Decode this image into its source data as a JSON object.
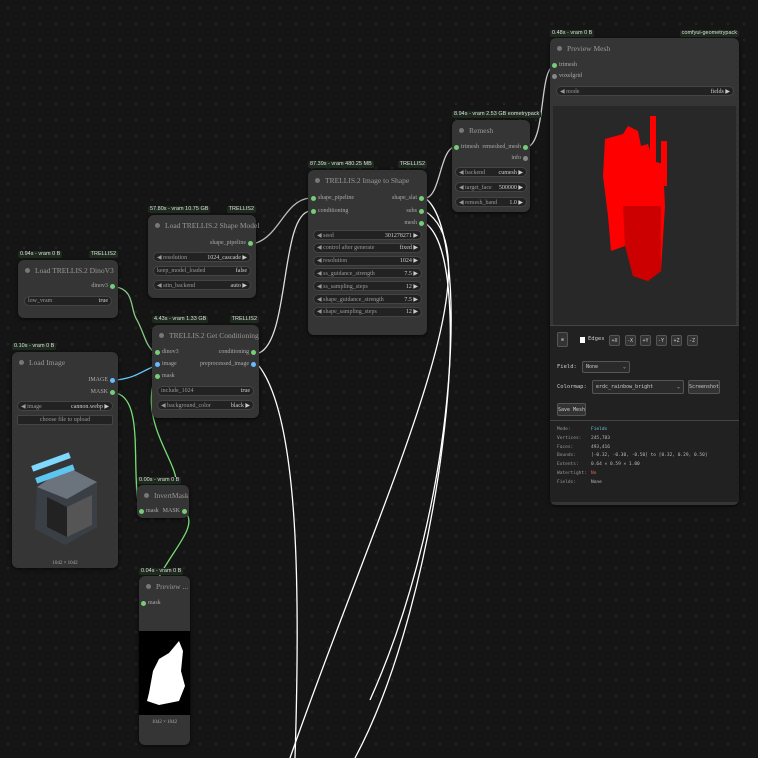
{
  "nodes": {
    "dino": {
      "badge": "0.94s - vram 0 B",
      "pack": "TRELLIS2",
      "title": "Load TRELLIS.2 DinoV3",
      "out": "dinov3",
      "w_low_vram": "low_vram",
      "w_low_vram_val": "true"
    },
    "loadimg": {
      "badge": "0.10s - vram 0 B",
      "title": "Load Image",
      "out1": "IMAGE",
      "out2": "MASK",
      "w_image": "image",
      "w_image_val": "cannon.webp",
      "upload": "choose file to upload",
      "size": "1042 × 1042"
    },
    "shape_model": {
      "badge": "57.80s - vram 10.75 GB",
      "pack": "TRELLIS2",
      "title": "Load TRELLIS.2 Shape Model",
      "out": "shape_pipeline",
      "w1": "resolution",
      "w1v": "1024_cascade",
      "w2": "keep_model_loaded",
      "w2v": "false",
      "w3": "attn_backend",
      "w3v": "auto"
    },
    "cond": {
      "badge": "4.43s - vram 1.33 GB",
      "pack": "TRELLIS2",
      "title": "TRELLIS.2 Get Conditioning",
      "in1": "dinov3",
      "in2": "image",
      "in3": "mask",
      "out1": "conditioning",
      "out2": "preprocessed_image",
      "w1": "include_1024",
      "w1v": "true",
      "w2": "background_color",
      "w2v": "black"
    },
    "invert": {
      "badge": "0.00s - vram 0 B",
      "title": "InvertMask",
      "in": "mask",
      "out": "MASK"
    },
    "preview": {
      "badge": "0.04s - vram 0 B",
      "title": "Preview ...",
      "in": "mask",
      "size": "1042 × 1042"
    },
    "i2s": {
      "badge": "87.39s - vram 480.25 MB",
      "pack": "TRELLIS2",
      "title": "TRELLIS.2 Image to Shape",
      "in1": "shape_pipeline",
      "in2": "conditioning",
      "out1": "shape_slat",
      "out2": "subs",
      "out3": "mesh",
      "widgets": [
        {
          "l": "seed",
          "v": "301278271"
        },
        {
          "l": "control after generate",
          "v": "fixed"
        },
        {
          "l": "resolution",
          "v": "1024"
        },
        {
          "l": "ss_guidance_strength",
          "v": "7.5"
        },
        {
          "l": "ss_sampling_steps",
          "v": "12"
        },
        {
          "l": "shape_guidance_strength",
          "v": "7.5"
        },
        {
          "l": "shape_sampling_steps",
          "v": "12"
        }
      ]
    },
    "remesh": {
      "badge": "8.94s - vram 2.53 GB eometrypack",
      "title": "Remesh",
      "in": "trimesh",
      "out1": "remeshed_mesh",
      "out2": "info",
      "widgets": [
        {
          "l": "backend",
          "v": "cumesh"
        },
        {
          "l": "target_face",
          "v": "500000"
        },
        {
          "l": "remesh_band",
          "v": "1.0"
        }
      ]
    },
    "pmesh": {
      "badge": "0.48s - vram 0 B",
      "pack": "comfyui-geometrypack",
      "title": "Preview Mesh",
      "in1": "trimesh",
      "in2": "voxelgrid",
      "w_mode": "mode",
      "w_mode_val": "fields",
      "reset": "⊕",
      "edges": "Edges",
      "axes": [
        "+X",
        "-X",
        "+Y",
        "-Y",
        "+Z",
        "-Z"
      ],
      "field_label": "Field:",
      "field_val": "None",
      "colormap_label": "Colormap:",
      "colormap_val": "erdc_rainbow_bright",
      "screenshot": "Screenshot",
      "save": "Save Mesh",
      "info": [
        {
          "k": "Mode:",
          "v": "Fields"
        },
        {
          "k": "Vertices:",
          "v": "245,783"
        },
        {
          "k": "Faces:",
          "v": "493,416"
        },
        {
          "k": "Bounds:",
          "v": "[-0.32, -0.30, -0.50] to [0.32, 0.29, 0.50]"
        },
        {
          "k": "Extents:",
          "v": "0.64 × 0.59 × 1.00"
        },
        {
          "k": "Watertight:",
          "v": "No"
        },
        {
          "k": "Fields:",
          "v": "None"
        }
      ],
      "mesh_color": "#ff0000"
    }
  }
}
